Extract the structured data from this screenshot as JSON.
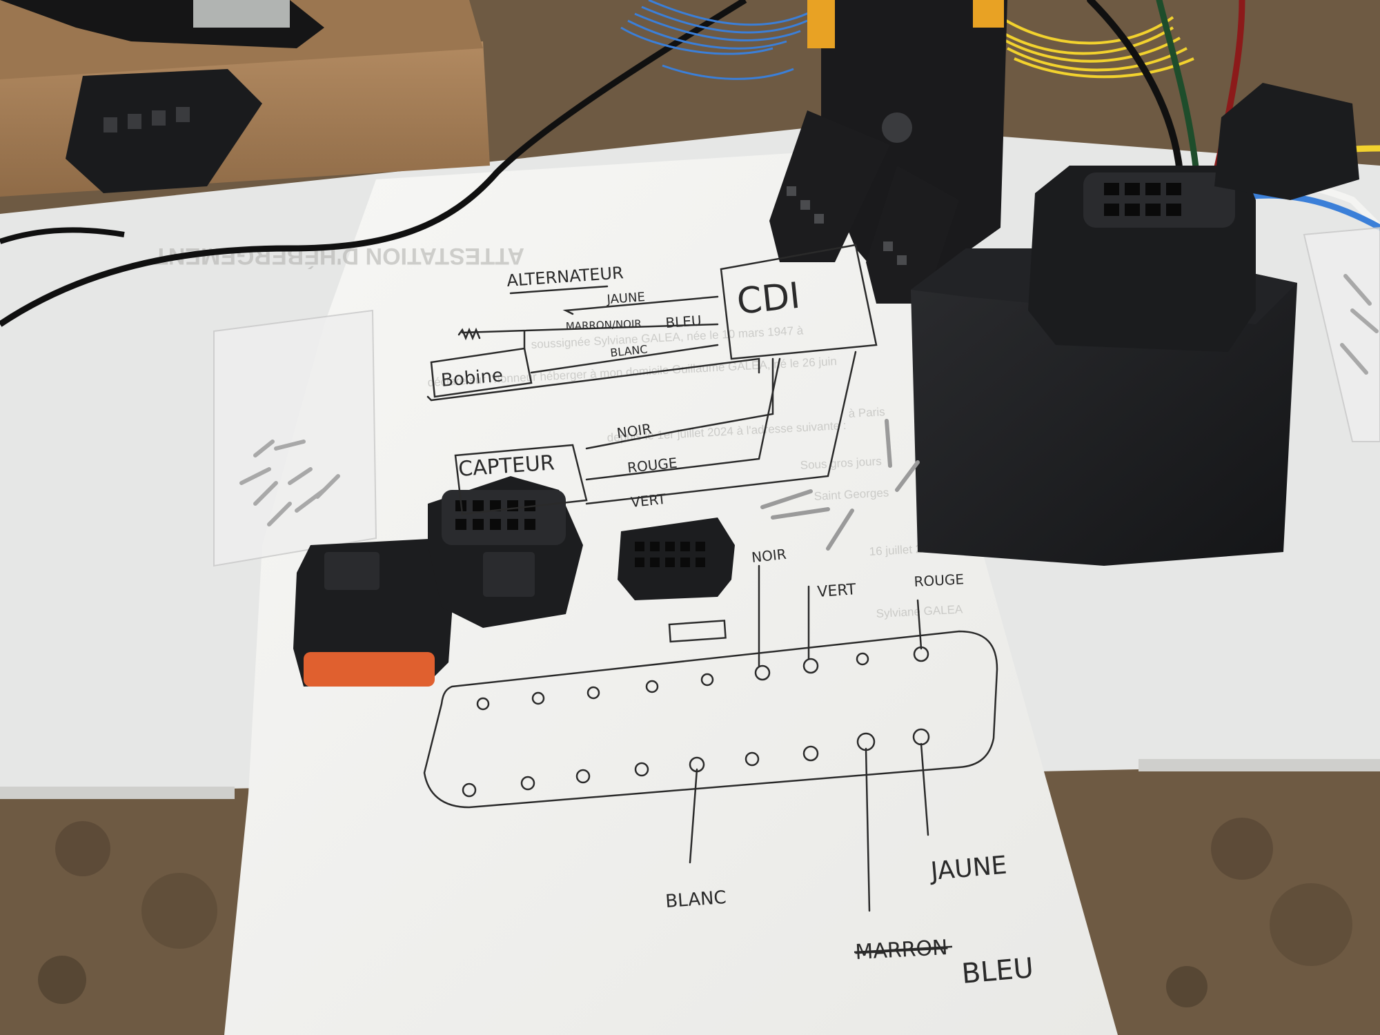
{
  "diagram": {
    "top": {
      "alternator": "ALTERNATEUR",
      "cdi": "CDI",
      "coil": "Bobine",
      "sensor": "CAPTEUR",
      "wire_jaune": "JAUNE",
      "wire_marron_noir": "MARRON/NOIR",
      "wire_bleu": "BLEU",
      "wire_blanc": "BLANC",
      "wire_noir": "NOIR",
      "wire_rouge": "ROUGE",
      "wire_vert": "VERT"
    },
    "pinout": {
      "noir": "NOIR",
      "vert": "VERT",
      "rouge": "ROUGE",
      "blanc": "BLANC",
      "marron": "MARRON",
      "jaune": "JAUNE",
      "bleu": "BLEU"
    }
  },
  "printed_letter": {
    "heading": "ATTESTATION D'HÉBERGEMENT",
    "line1": "soussignée Sylviane GALEA, née le 10 mars 1947 à",
    "line2": "déclare sur l'honneur héberger à mon domicile Guillaume GALEA, né le 26 juin",
    "line3": "à Paris",
    "line4": "depuis le 1er juillet 2024 à l'adresse suivante :",
    "line5": "Sous gros jours",
    "line6": "Saint Georges",
    "line7": "16 juillet 2024",
    "line8": "Sylviane GALEA"
  },
  "colors": {
    "paper": "#f4f4f2",
    "ink": "#2a2a2a",
    "plastic": "#1c1d1f",
    "cardboard": "#a27d57",
    "workbench": "#6e5a43",
    "orange_lock": "#e0602f",
    "wire_blue": "#3b7fd8",
    "wire_yellow": "#f2d22e",
    "wire_red": "#8c1a1a",
    "wire_green": "#1e4d2b"
  }
}
